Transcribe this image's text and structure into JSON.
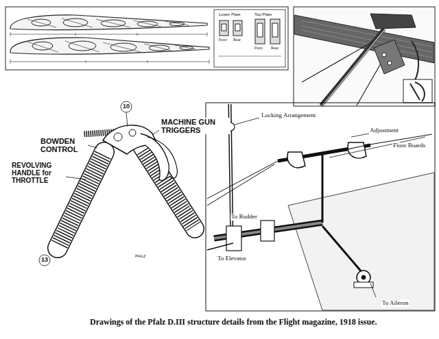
{
  "diagram": {
    "caption": "Drawings of the Pfalz D.III structure details from the Flight magazine, 1918 issue.",
    "labels": [
      "Lower Plate",
      "Top Plate",
      "Front",
      "Rear",
      "Front",
      "Rear",
      "BOWDEN CONTROL",
      "MACHINE GUN TRIGGERS",
      "REVOLVING HANDLE for THROTTLE",
      "PFALZ",
      "10",
      "13",
      "Locking Arrangement",
      "Adjustment",
      "Floor Boards",
      "To Rudder",
      "To Elevator",
      "To Aileron"
    ]
  }
}
